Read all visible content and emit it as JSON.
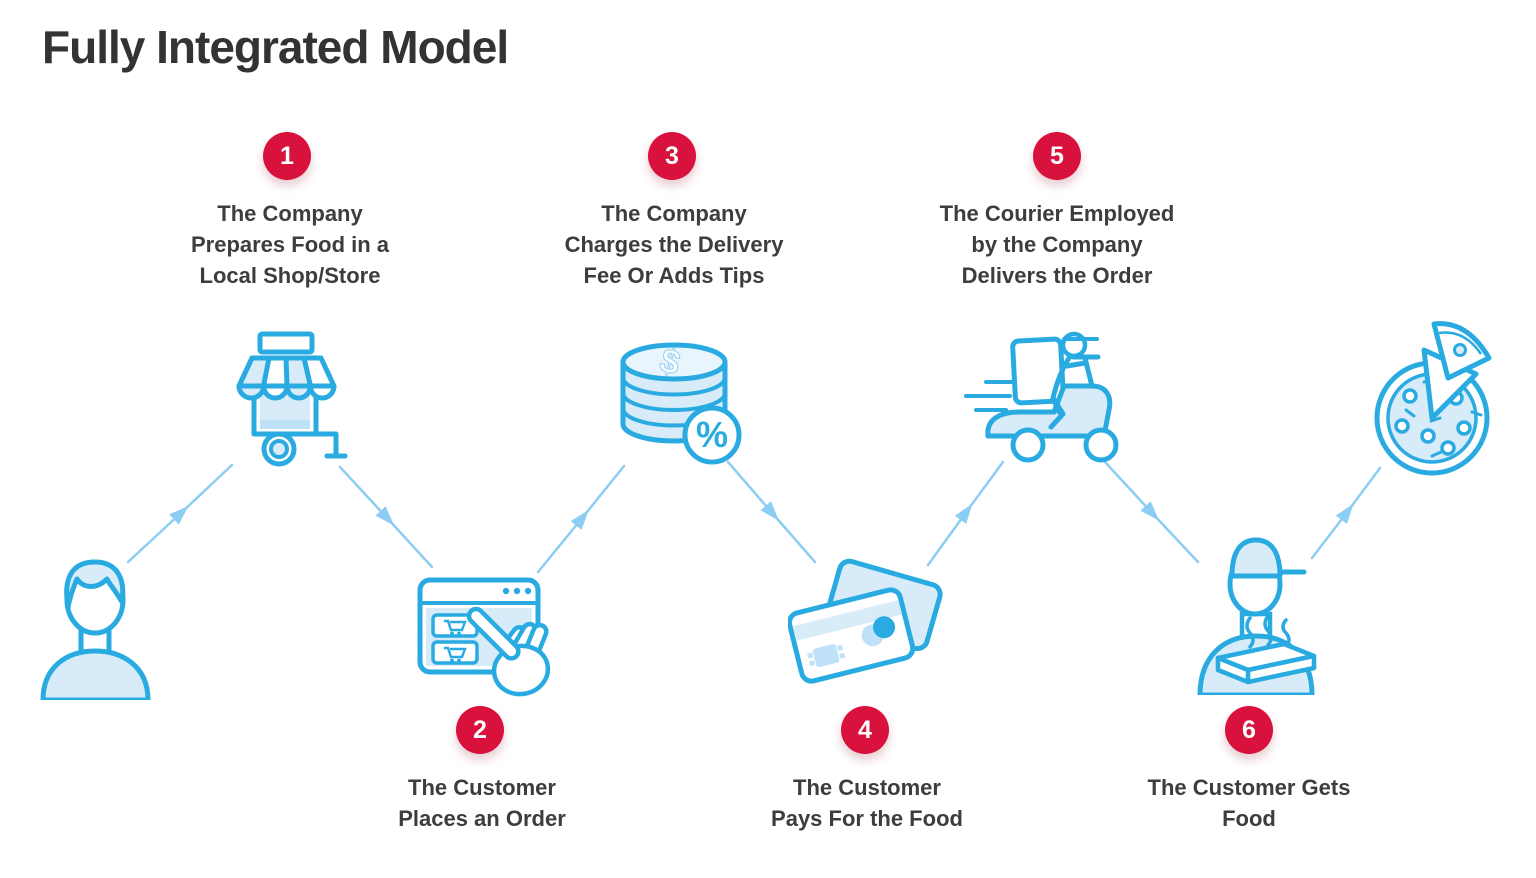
{
  "title": "Fully Integrated Model",
  "colors": {
    "accent_red": "#d8113d",
    "icon_stroke_blue": "#29abe2",
    "icon_fill_blue": "#d7ebf9",
    "arrow_blue": "#8ccdf3",
    "text_dark": "#3d3d3d",
    "title_dark": "#333333",
    "background": "#ffffff"
  },
  "steps": [
    {
      "number": "1",
      "position": "top",
      "icon": "storefront-icon",
      "label": "The Company\nPrepares Food in a\nLocal Shop/Store"
    },
    {
      "number": "2",
      "position": "bottom",
      "icon": "order-browser-icon",
      "label": "The Customer\nPlaces an Order"
    },
    {
      "number": "3",
      "position": "top",
      "icon": "coins-percent-icon",
      "label": "The Company\nCharges the Delivery\nFee Or Adds Tips"
    },
    {
      "number": "4",
      "position": "bottom",
      "icon": "credit-cards-icon",
      "label": "The Customer\nPays For the Food"
    },
    {
      "number": "5",
      "position": "top",
      "icon": "delivery-scooter-icon",
      "label": "The Courier Employed\nby the Company\nDelivers the Order"
    },
    {
      "number": "6",
      "position": "bottom",
      "icon": "courier-pizza-box-icon",
      "label": "The Customer Gets\nFood"
    }
  ],
  "icons": {
    "sequence": [
      "customer-icon",
      "storefront-icon",
      "order-browser-icon",
      "coins-percent-icon",
      "credit-cards-icon",
      "delivery-scooter-icon",
      "courier-pizza-box-icon",
      "pizza-icon"
    ],
    "coin_symbol": "$",
    "percent_symbol": "%"
  }
}
